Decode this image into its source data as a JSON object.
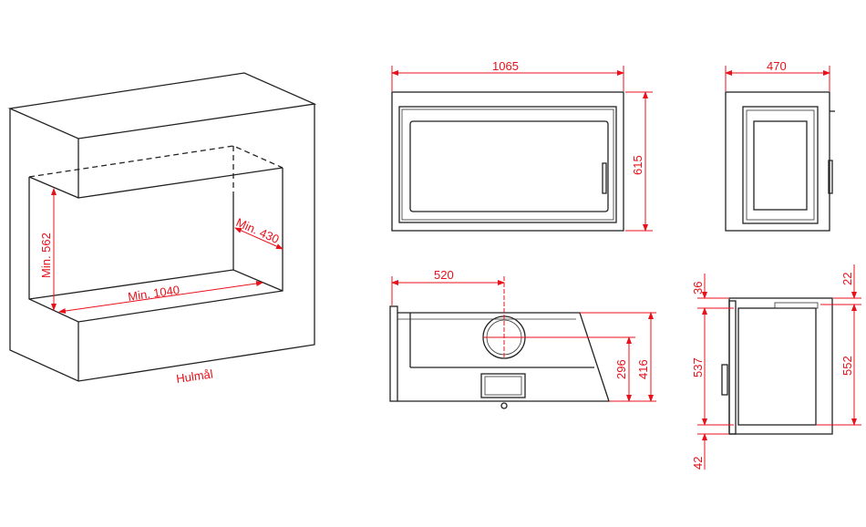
{
  "iso_view": {
    "height": "Min. 562",
    "width": "Min. 1040",
    "depth": "Min. 430",
    "caption": "Hulmål"
  },
  "front_view": {
    "width": "1065",
    "height": "615"
  },
  "side_front_view": {
    "width": "470"
  },
  "top_view": {
    "offset": "520",
    "flue_height": "296",
    "total_height": "416"
  },
  "side_view": {
    "top_left": "36",
    "mid_left": "537",
    "bottom_left": "42",
    "top_right": "22",
    "mid_right": "552"
  },
  "colors": {
    "dimension": "#e8101a",
    "line": "#222222"
  }
}
